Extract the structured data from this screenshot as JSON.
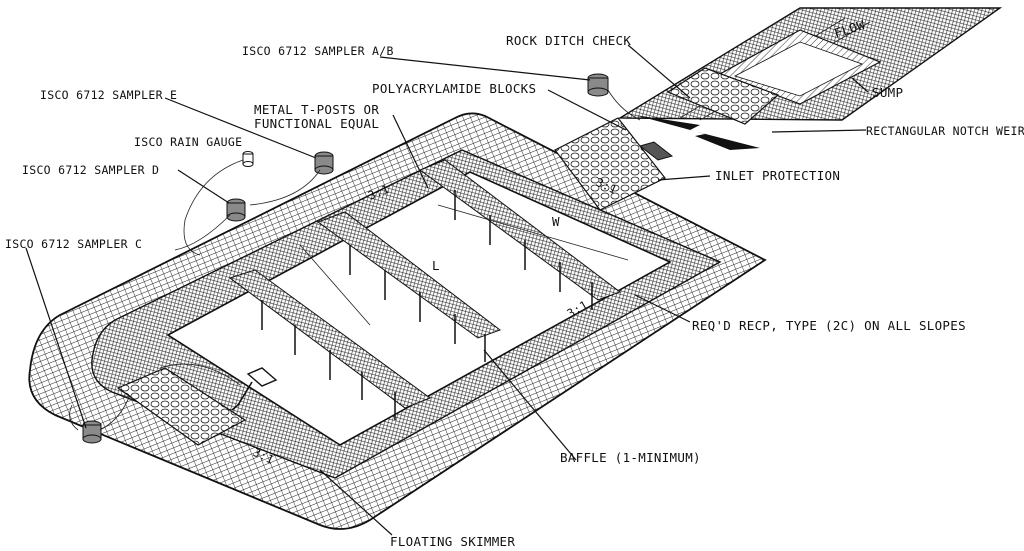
{
  "labels": {
    "sampler_ab": "ISCO 6712 SAMPLER A/B",
    "sampler_e": "ISCO 6712 SAMPLER E",
    "rain_gauge": "ISCO RAIN GAUGE",
    "sampler_d": "ISCO 6712 SAMPLER D",
    "sampler_c": "ISCO 6712 SAMPLER C",
    "tposts_line1": "METAL T-POSTS OR",
    "tposts_line2": "FUNCTIONAL EQUAL",
    "polyacrylamide": "POLYACRYLAMIDE BLOCKS",
    "rock_ditch": "ROCK DITCH CHECK",
    "flow": "FLOW",
    "sump": "SUMP",
    "weir": "RECTANGULAR NOTCH WEIR",
    "inlet": "INLET PROTECTION",
    "recp": "REQ'D RECP, TYPE (2C) ON ALL SLOPES",
    "baffle": "BAFFLE (1-MINIMUM)",
    "skimmer": "FLOATING SKIMMER",
    "dim_w": "W",
    "dim_l": "L",
    "slope_a": "3:1",
    "slope_b": "3:1",
    "slope_c": "3:1",
    "slope_d": "3:1"
  },
  "colors": {
    "line": "#111111",
    "device_fill": "#8a8a8a",
    "background": "#ffffff"
  }
}
